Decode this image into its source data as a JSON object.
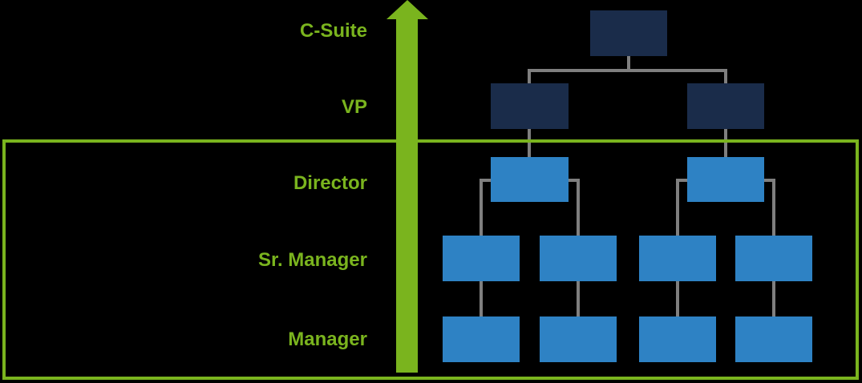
{
  "diagram": {
    "type": "org-hierarchy",
    "arrow_direction": "up",
    "levels": [
      {
        "label": "C-Suite",
        "box_count": 1,
        "box_color": "#1A2C4A",
        "zone": "above-boundary"
      },
      {
        "label": "VP",
        "box_count": 2,
        "box_color": "#1A2C4A",
        "zone": "above-boundary"
      },
      {
        "label": "Director",
        "box_count": 2,
        "box_color": "#2E82C4",
        "zone": "inside-boundary"
      },
      {
        "label": "Sr. Manager",
        "box_count": 4,
        "box_color": "#2E82C4",
        "zone": "inside-boundary"
      },
      {
        "label": "Manager",
        "box_count": 4,
        "box_color": "#2E82C4",
        "zone": "inside-boundary"
      }
    ],
    "colors": {
      "background": "#000000",
      "accent_green": "#7AB41E",
      "dark_navy_box": "#1A2C4A",
      "blue_box": "#2E82C4",
      "connector_gray": "#7F7F7F"
    }
  }
}
